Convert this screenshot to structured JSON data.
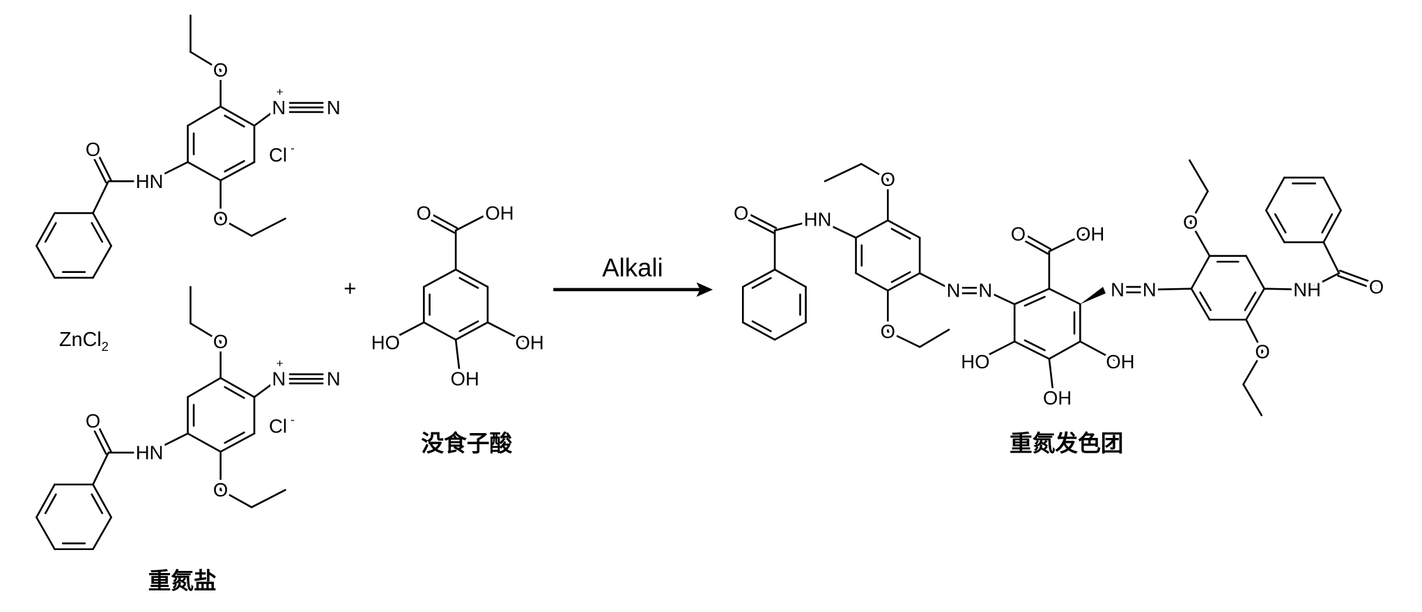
{
  "reactant_diazo": {
    "caption": "重氮盐",
    "stabilizer": "ZnCl",
    "stabilizer_sub": "2",
    "atoms": {
      "o_top": "O",
      "n_plus": "N",
      "plus": "+",
      "n_term": "N",
      "cl": "Cl",
      "minus": "-",
      "o_bottom": "O",
      "hn": "HN",
      "o_carbonyl": "O"
    }
  },
  "plus_sign": "+",
  "reactant_gallic": {
    "caption": "没食子酸",
    "atoms": {
      "o_carbonyl": "O",
      "oh_acid": "OH",
      "ho_left": "HO",
      "oh_right": "OH",
      "oh_bottom": "OH"
    }
  },
  "arrow": {
    "condition": "Alkali"
  },
  "product": {
    "caption": "重氮发色团",
    "atoms": {
      "o_left_carbonyl": "O",
      "hn_left": "HN",
      "o_top_left": "O",
      "o_bottom_left": "O",
      "n1": "N",
      "n2": "N",
      "o_acid": "O",
      "oh_acid": "OH",
      "ho_left": "HO",
      "oh_right": "OH",
      "oh_bottom": "OH",
      "n3": "N",
      "n4": "N",
      "o_top_right": "O",
      "o_bottom_right": "O",
      "nh_right": "NH",
      "o_right_carbonyl": "O"
    }
  }
}
